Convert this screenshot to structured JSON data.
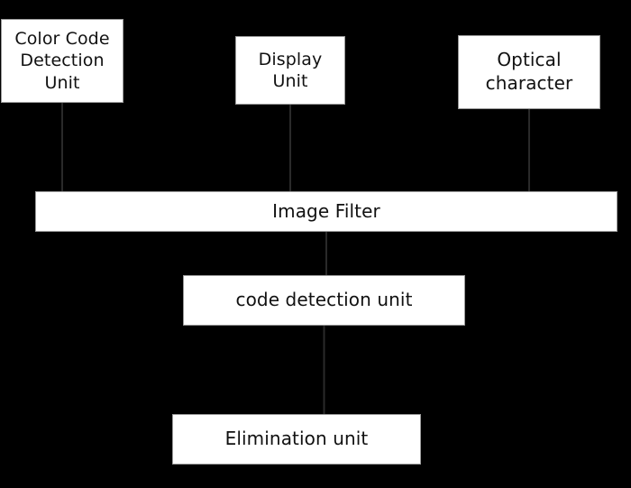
{
  "diagram": {
    "background": "#000000",
    "box_fill": "#ffffff",
    "nodes": {
      "color_code": {
        "label": "Color Code\nDetection\nUnit"
      },
      "display": {
        "label": "Display\nUnit"
      },
      "optical": {
        "label": "Optical\ncharacter"
      },
      "image_filter": {
        "label": "Image Filter"
      },
      "code_detection": {
        "label": "code detection unit"
      },
      "elimination": {
        "label": "Elimination unit"
      }
    },
    "edges": [
      {
        "from": "color_code",
        "to": "image_filter"
      },
      {
        "from": "display",
        "to": "image_filter"
      },
      {
        "from": "optical",
        "to": "image_filter"
      },
      {
        "from": "image_filter",
        "to": "code_detection"
      },
      {
        "from": "code_detection",
        "to": "elimination"
      }
    ]
  }
}
